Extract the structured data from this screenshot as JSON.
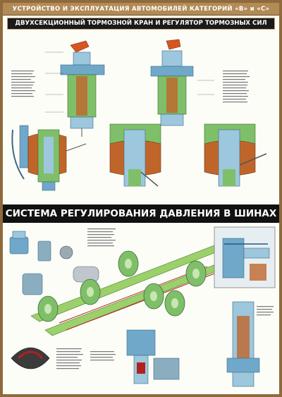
{
  "header": {
    "top_title": "УСТРОЙСТВО И ЭКСПЛУАТАЦИЯ АВТОМОБИЛЕЙ КАТЕГОРИЙ «В» и «С»",
    "section1_title": "ДВУХСЕКЦИОННЫЙ ТОРМОЗНОЙ КРАН И РЕГУЛЯТОР ТОРМОЗНЫХ СИЛ",
    "section2_title": "СИСТЕМА РЕГУЛИРОВАНИЯ ДАВЛЕНИЯ В ШИНАХ"
  },
  "colors": {
    "frame": "#8e6a3c",
    "band": "#b28a55",
    "dark_band": "#111111",
    "metal_blue": "#6fa8c8",
    "housing_green": "#7fbf6a",
    "copper": "#c0652a",
    "chassis_green": "#9bd06a",
    "brake_red": "#b32020"
  }
}
